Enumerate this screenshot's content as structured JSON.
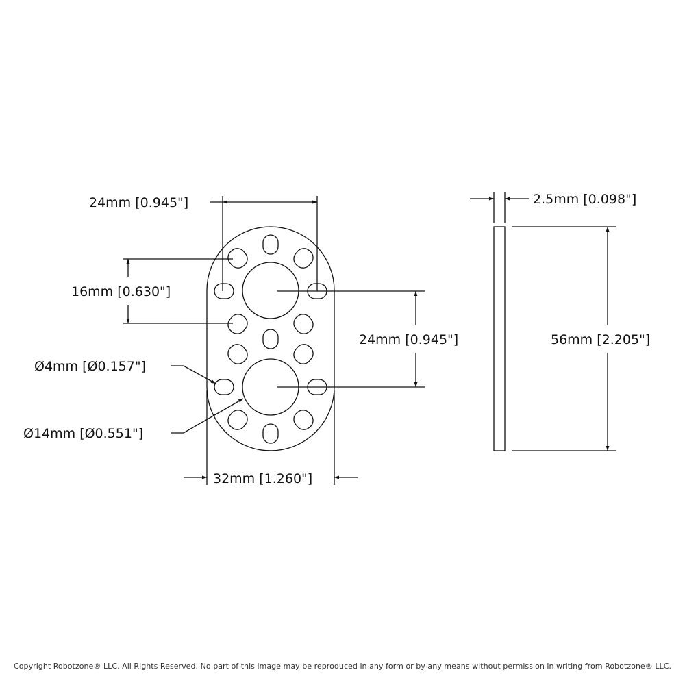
{
  "dimensions": {
    "top_width": "24mm [0.945\"]",
    "hole_spacing": "16mm [0.630\"]",
    "center_spacing": "24mm [0.945\"]",
    "small_hole_dia": "Ø4mm [Ø0.157\"]",
    "large_hole_dia": "Ø14mm [Ø0.551\"]",
    "overall_width": "32mm [1.260\"]",
    "thickness": "2.5mm [0.098\"]",
    "overall_length": "56mm [2.205\"]"
  },
  "copyright": "Copyright Robotzone® LLC.  All Rights Reserved. No part of this image may be reproduced in any form or by any means without permission in writing from Robotzone® LLC.",
  "colors": {
    "line": "#111111",
    "background": "#ffffff"
  }
}
